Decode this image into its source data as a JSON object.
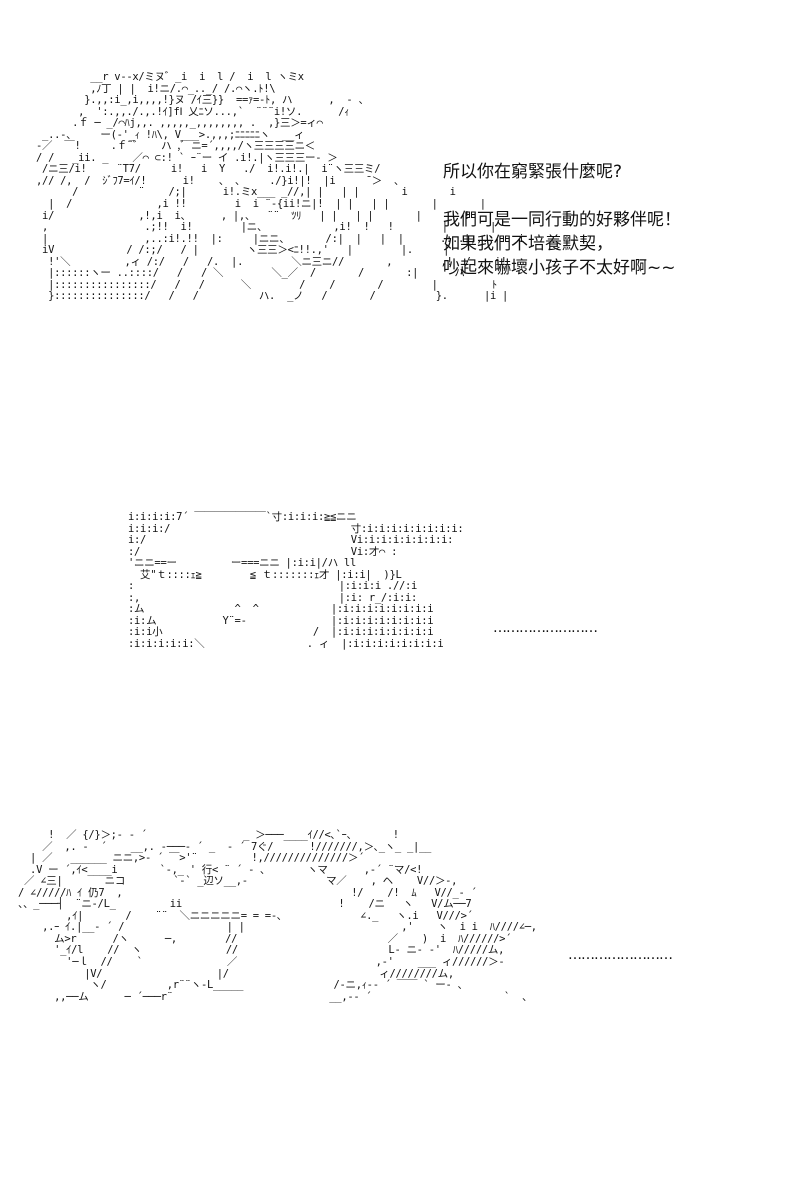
{
  "panels": [
    {
      "art": "          __r v--x/ミヌ゛_i  i  l /  i  l ヽミx\n          ,ﾉ丁 | |  i!ニ/.⌒_.._/ /.⌒ヽ.ﾄ!\\\n         }.,,:i_,i,,,,!}ヌ /ｲ三}}  ==ｧ=-ﾄ, ハ      ,  - 、\n        ,  ':.,,./.,.!ｲ]fⅠ 乂ﾆソ...,`  ¨¨¨i!ソ.      /ｨ\n       .ｆ ─ _/⌒ﾊj,,. ,,,,,_,,,,,,,, .  ,}三＞=ィ⌒\n  _..-、    ー(-'_ｨ !ﾊ\\, V___>.,,,;ﾆﾆﾆﾆﾆヽ  __ィ\n -／  ￣!     .ｆ¨゛   ハ ,ﾞ ニ=´,,,,/ヽ三三三三ニ＜\n / /   _ii. _    ／⌒ ⊂:! ` ｰ¨ー イ .i!.|ヽ三三三ー- ＞\n  /ニ三/i!     ¨T7/     i!   i  Y   ./  i!.i!.|  i¨ヽ三三ミ/\n ,// /,  /  ｼﾞﾌ7=ｲ/!      i!    、 、    ./}i!|!  |i     ̄ ＞  、\n       /          ¨    /;|      i!.ミx___ _//,| |   | |       i       i\n   |  /              ,i !!        i  i ¨-{ii!ニ|!  | |   | |       |       |\n  i/              ,!,i  i、     , |,、  ¨¨  ﾂﾘ   | |   | |       |       !\n  ,                .;!!  i!        |ニ、           ,i!  !   !        |       |\n  |                ,..:i!.!!  |:     |ニニ、      /:|  |   |  |      .:..|,,.:    i\n  iV            / /:;/   / |        ヽ三三＞<ﾆ!!.,'   |        |.     |\n   !'＼         ,ィ /:/   /   /.  |.        ＼ニ三ニ//       ,        ,!  /    i!\n   |::::::ヽー ..::::/   /   / ＼        ＼_／  /       /       :|      ハ\n   |::::::::::::::::/   /   /      ＼        /    /       /        |         ﾄ\n   }:::::::::::::::/   /   /          ハ.  _ノ   /       /          }.      |i |",
      "dialogue": [
        "所以你在窮緊張什麼呢?",
        "",
        "我們可是一同行動的好夥伴呢！",
        "如果我們不培養默契，",
        "吵起來嚇壞小孩子不太好啊~~"
      ]
    },
    {
      "art": "i:i:i:i:7´ ￣￣￣￣￣￣￣`寸:i:i:i:≧≦ニニ\ni:i:i:/                              寸:i:i:i:i:i:i:i:i:\ni:/                                  Vi:i:i:i:i:i:i:i:\n:/                                   Vi:才⌒ :\n'ニニ==ー         ー===ニニ |:i:i|/ハ ll\n  艾\"ｔ::::ｪ≧        ≦ ｔ:::::::ｪ才 |:i:i|  )}L\n:                                  |:i:i:i .//:i\n:,                                 |:i: r_/:i:i:\n:ム               ^  ^            |:i:i:i:i:i:i:i:i\n:i:ム           Y¨=-              |:i:i:i:i:i:i:i:i\n:i:i小                         /  |:i:i:i:i:i:i:i:i\n:i:i:i:i:i:＼                 . ィ  |:i:i:i:i:i:i:i:i",
      "dialogue": "……………………"
    },
    {
      "art": "     !  ／ {/}＞;- ‐ ´                _ ＞───____ｲ//<､`ｰ、      !\n    ／  ,. ‐  ´    __,. ‐───‐ ´ _  ‐ ´ 7ぐ/      !///////,＞､_ヽ_ _|__\n  | ／   ______ ニニ,>‐ ´ ￣>'¨         !,//////////////＞´\n  .V ー ´,ｲ<____i       `-,_ ' 行< ¨ ´ ‐ ､       ヽマ      ,-´ ¨マ/<!\n ／ ∠三|       ニコ        `-` _辺ソ__,-             マ／    , ヘ    V//＞‐,\n/ ∠/////ﾊ ｲ 仍7  ,                                      !/    /!  ﾑ   V//_- ´\n、、_───┤  ¨ニ-/L_         ii                          !    /ニ   ヽ   V/ム──7\n        ,ｲ|       /    ¨¨  ＼ニニニニニ= = =-､             ∠._   ヽ.i   V///>´\n    ,.ｰ ｲ.|__- ´ /                 | |                          ,'    ヽ  i i  ﾊ////∠─,\n      ム>r      /ヽ      ─,        //                         ／    )  i  ﾊ//////>´\n      '_ｲ/l    //  ヽ              //                         L‐ ニ‐ -'  ﾊ/////ム,\n        '─ｌ  //    `              ／                       ,-'    ___ ィ//////＞-\n           |V/                   |/                         ィ////////ム,\n            ヽ/          ,r¨¨ヽ-L_____               /‐ニ,ｨ‐- ´ ￣￣ ` ー- 、\n      ,,──ム      ─ ´───r¨                          __,-‐ ´                      `  、",
      "dialogue": "……………………"
    }
  ]
}
